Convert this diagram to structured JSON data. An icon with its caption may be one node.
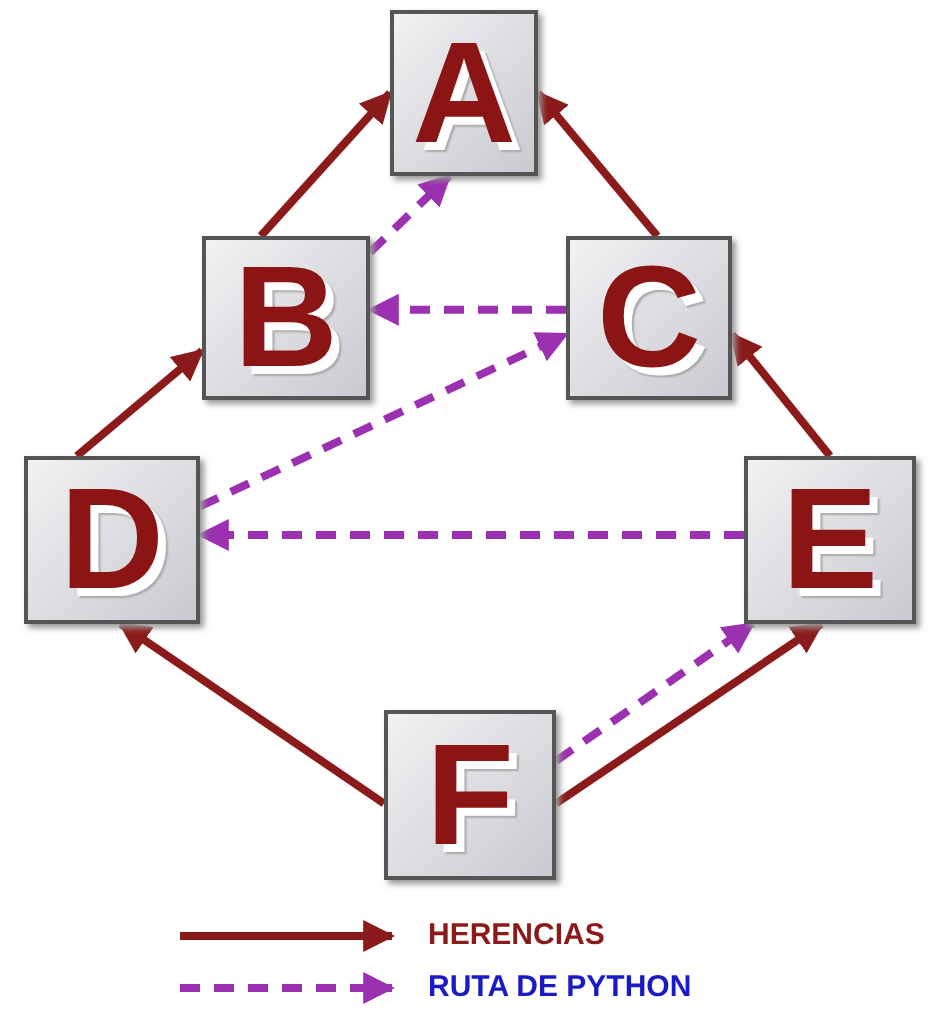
{
  "diagram": {
    "nodes": [
      {
        "text": [
          "A"
        ]
      },
      {
        "text": [
          "B"
        ]
      },
      {
        "text": [
          "C"
        ]
      },
      {
        "text": [
          "D"
        ]
      },
      {
        "text": [
          "E"
        ]
      },
      {
        "text": [
          "F"
        ]
      }
    ],
    "edges": [
      {
        "from": 1,
        "to": 0,
        "arrow": "to"
      },
      {
        "from": 2,
        "to": 0,
        "arrow": "to"
      },
      {
        "from": 3,
        "to": 1,
        "arrow": "to"
      },
      {
        "from": 4,
        "to": 2,
        "arrow": "to"
      },
      {
        "from": 5,
        "to": 3,
        "arrow": "to"
      },
      {
        "from": 5,
        "to": 4,
        "arrow": "to"
      },
      {
        "from": 5,
        "to": 4,
        "arrow": "to",
        "style": "dashed",
        "color": "#9b30b0"
      },
      {
        "from": 4,
        "to": 3,
        "arrow": "to",
        "style": "dashed",
        "color": "#9b30b0"
      },
      {
        "from": 3,
        "to": 2,
        "arrow": "to",
        "style": "dashed",
        "color": "#9b30b0"
      },
      {
        "from": 2,
        "to": 1,
        "arrow": "to",
        "style": "dashed",
        "color": "#9b30b0"
      },
      {
        "from": 1,
        "to": 0,
        "arrow": "to",
        "style": "dashed",
        "color": "#9b30b0"
      }
    ],
    "legend": [
      {
        "text": "HERENCIAS"
      },
      {
        "text": "RUTA DE PYTHON"
      }
    ]
  }
}
